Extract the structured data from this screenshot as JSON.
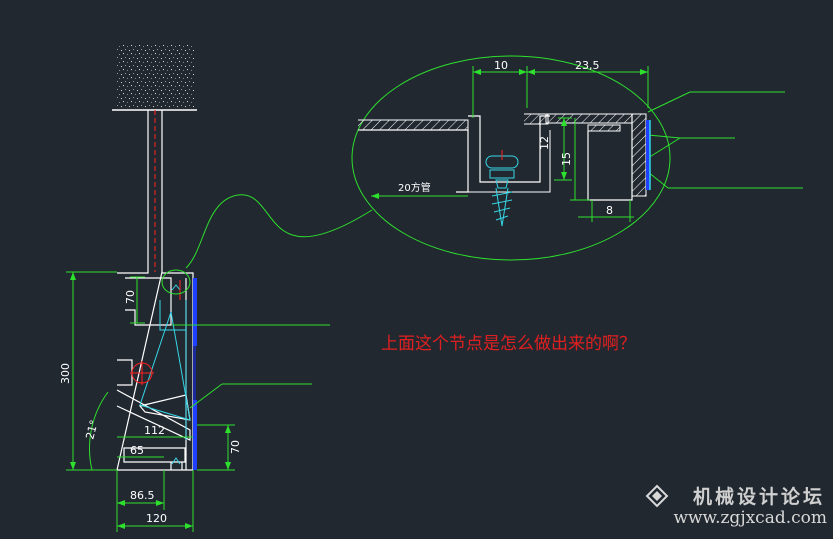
{
  "question_text": "上面这个节点是怎么做出来的啊？",
  "dimensions": {
    "detail_10": "10",
    "detail_23_5": "23,5",
    "detail_12": "12",
    "detail_15": "15",
    "detail_8": "8",
    "detail_20_square_tube": "20方管",
    "main_300": "300",
    "main_70_top": "70",
    "main_70_bottom": "70",
    "main_112": "112",
    "main_65": "65",
    "main_86_5": "86.5",
    "main_120": "120",
    "main_angle": "21°"
  },
  "watermark": {
    "site_name": "机械设计论坛",
    "url": "www.zgjxcad.com"
  },
  "colors": {
    "background": "#212830",
    "outline": "#ffffff",
    "dimension": "#2ee02e",
    "cyan": "#36d6e6",
    "blue_panel": "#2040ff",
    "red": "#ff2020",
    "question": "#e02020"
  }
}
